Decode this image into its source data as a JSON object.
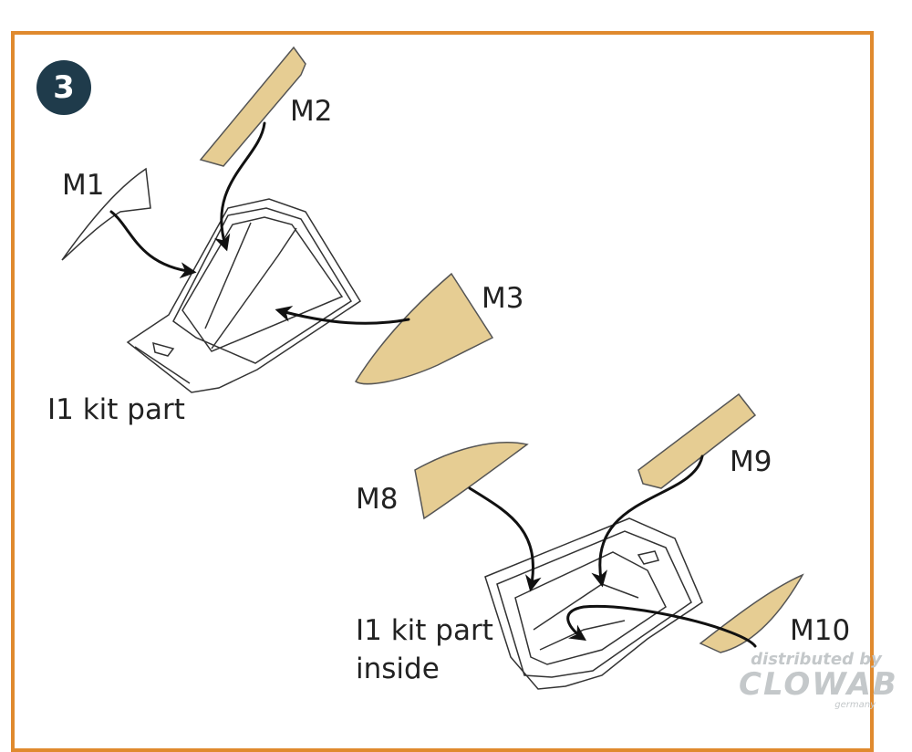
{
  "step": {
    "number": "3"
  },
  "labels": {
    "m1": "M1",
    "m2": "M2",
    "m3": "M3",
    "m8": "M8",
    "m9": "M9",
    "m10": "M10",
    "kit_part_1": "I1 kit part",
    "kit_part_2_line1": "I1 kit part",
    "kit_part_2_line2": "inside"
  },
  "watermark": {
    "line1": "distributed by",
    "line2": "CLOWAB",
    "line3": "germany"
  },
  "colors": {
    "frame": "#e08a2e",
    "badge": "#1f3b4b",
    "mask_fill": "#e6cd93",
    "stroke": "#222222"
  }
}
